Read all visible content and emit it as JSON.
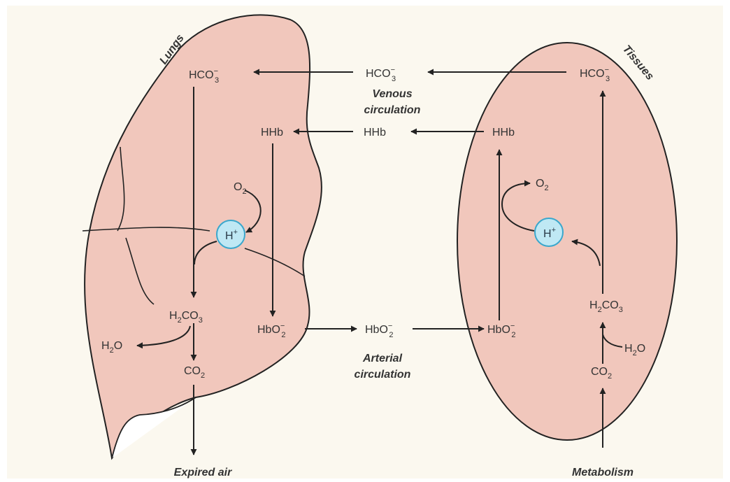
{
  "regions": {
    "lungs": "Lungs",
    "tissues": "Tissues"
  },
  "labels": {
    "lung_hco3_base": "HCO",
    "lung_hco3_sup": "−",
    "lung_hco3_sub": "3",
    "venous_hco3_base": "HCO",
    "venous_hco3_sup": "−",
    "venous_hco3_sub": "3",
    "tissue_hco3_base": "HCO",
    "tissue_hco3_sup": "−",
    "tissue_hco3_sub": "3",
    "lung_hhb": "HHb",
    "venous_hhb": "HHb",
    "tissue_hhb": "HHb",
    "lung_o2_base": "O",
    "lung_o2_sub": "2",
    "tissue_o2_base": "O",
    "tissue_o2_sub": "2",
    "h_ion_base": "H",
    "h_ion_sup": "+",
    "lung_h2co3_a": "H",
    "lung_h2co3_sub1": "2",
    "lung_h2co3_b": "CO",
    "lung_h2co3_sub2": "3",
    "tissue_h2co3_a": "H",
    "tissue_h2co3_sub1": "2",
    "tissue_h2co3_b": "CO",
    "tissue_h2co3_sub2": "3",
    "lung_h2o_a": "H",
    "lung_h2o_sub": "2",
    "lung_h2o_b": "O",
    "tissue_h2o_a": "H",
    "tissue_h2o_sub": "2",
    "tissue_h2o_b": "O",
    "lung_co2_base": "CO",
    "lung_co2_sub": "2",
    "tissue_co2_base": "CO",
    "tissue_co2_sub": "2",
    "lung_hbo2_base": "HbO",
    "lung_hbo2_sup": "−",
    "lung_hbo2_sub": "2",
    "arterial_hbo2_base": "HbO",
    "arterial_hbo2_sup": "−",
    "arterial_hbo2_sub": "2",
    "tissue_hbo2_base": "HbO",
    "tissue_hbo2_sup": "−",
    "tissue_hbo2_sub": "2"
  },
  "captions": {
    "venous_line1": "Venous",
    "venous_line2": "circulation",
    "arterial_line1": "Arterial",
    "arterial_line2": "circulation",
    "expired_air": "Expired air",
    "metabolism": "Metabolism"
  },
  "colors": {
    "lung_fill": "#f1c7bc",
    "tissue_fill": "#f1c7bc",
    "h_ion_fill": "#bfe8f4",
    "h_ion_stroke": "#3aa7cc",
    "background": "#fbf8ef"
  }
}
